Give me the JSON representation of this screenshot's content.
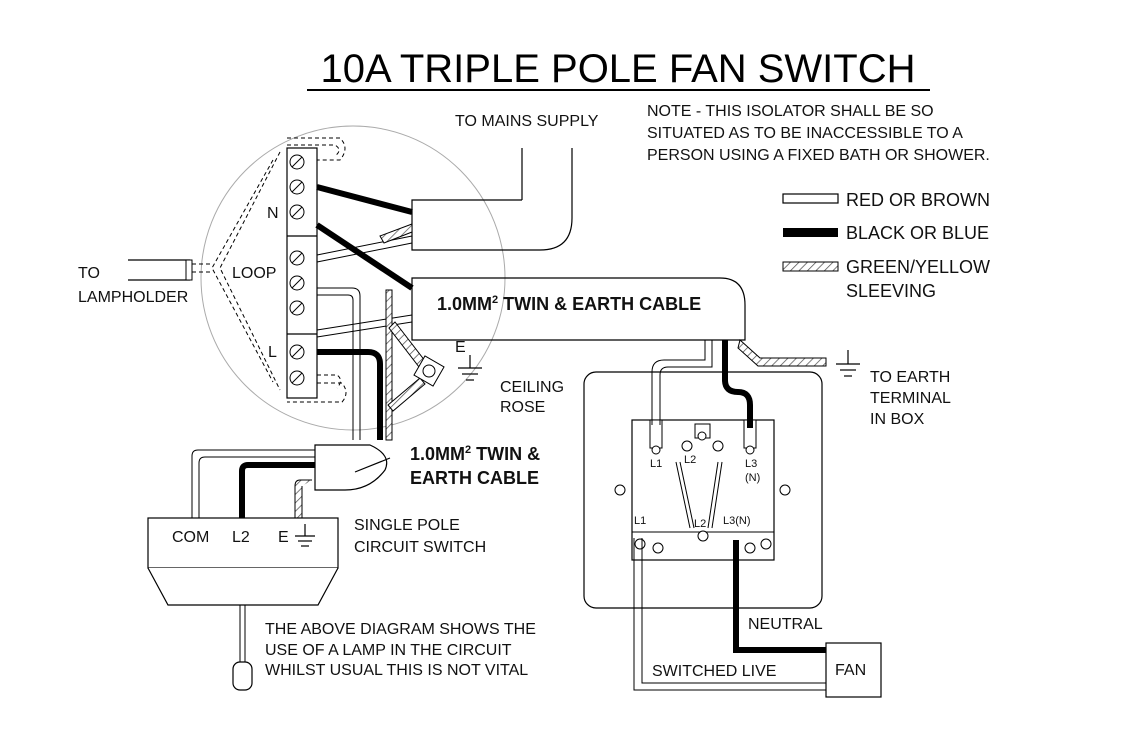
{
  "title": "10A TRIPLE POLE FAN SWITCH",
  "note": [
    "NOTE - THIS ISOLATOR SHALL BE SO",
    "SITUATED AS TO BE INACCESSIBLE TO A",
    "PERSON USING A FIXED BATH OR SHOWER."
  ],
  "legend": {
    "red_brown": "RED OR BROWN",
    "black_blue": "BLACK OR BLUE",
    "green_yellow_1": "GREEN/YELLOW",
    "green_yellow_2": "SLEEVING"
  },
  "labels": {
    "mains": "TO MAINS SUPPLY",
    "to_lampholder_1": "TO",
    "to_lampholder_2": "LAMPHOLDER",
    "rose_n": "N",
    "rose_loop": "LOOP",
    "rose_l": "L",
    "rose_e": "E",
    "ceiling_rose_1": "CEILING",
    "ceiling_rose_2": "ROSE",
    "cable_main_a": "1.0MM",
    "cable_sup": "2",
    "cable_main_b": " TWIN & EARTH CABLE",
    "cable_small_a": "1.0MM",
    "cable_small_b": " TWIN &",
    "cable_small_2": "EARTH CABLE",
    "earth_1": "TO EARTH",
    "earth_2": "TERMINAL",
    "earth_3": "IN BOX",
    "com": "COM",
    "l2": "L2",
    "e": "E",
    "single_pole_1": "SINGLE POLE",
    "single_pole_2": "CIRCUIT SWITCH",
    "above_1": "THE ABOVE DIAGRAM SHOWS THE",
    "above_2": "USE OF A LAMP IN THE CIRCUIT",
    "above_3": "WHILST USUAL THIS IS NOT VITAL",
    "sw_l1_top": "L1",
    "sw_l2_top": "L2",
    "sw_l3_top": "L3",
    "sw_n_top": "(N)",
    "sw_l1_bot": "L1",
    "sw_l2_bot": "L2",
    "sw_l3n_bot": "L3(N)",
    "neutral": "NEUTRAL",
    "switched_live": "SWITCHED LIVE",
    "fan": "FAN"
  }
}
